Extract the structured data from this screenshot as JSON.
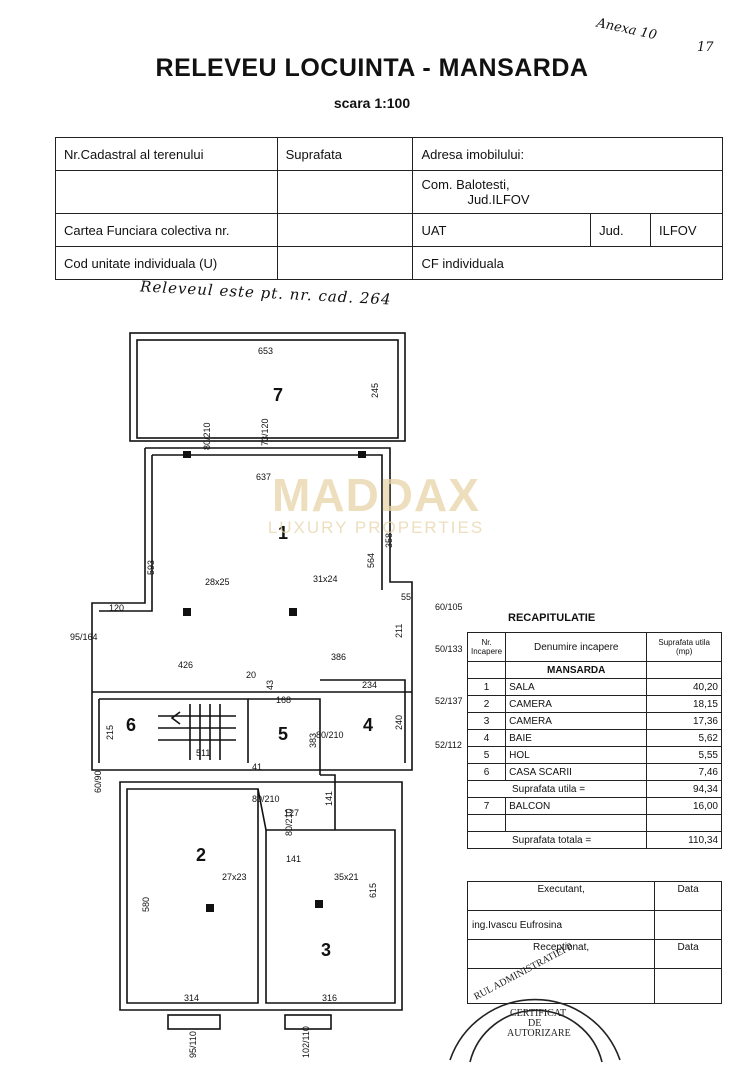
{
  "title": "RELEVEU LOCUINTA - MANSARDA",
  "scale": "scara 1:100",
  "handwriting": {
    "annex": "Anexa 10",
    "page": "17",
    "note": "Releveul este pt. nr. cad. 264"
  },
  "info_table": {
    "r1": {
      "c1": "Nr.Cadastral al terenului",
      "c2": "Suprafata",
      "c3": "Adresa imobilului:"
    },
    "r2": {
      "c3_line1": "Com. Balotesti,",
      "c3_line2": "Jud.ILFOV"
    },
    "r3": {
      "c1": "Cartea Funciara colectiva nr.",
      "c3": "UAT",
      "c4": "Jud.",
      "c5": "ILFOV"
    },
    "r4": {
      "c1": "Cod unitate individuala (U)",
      "c3": "CF individuala"
    }
  },
  "plan": {
    "rooms": [
      "7",
      "1",
      "6",
      "5",
      "4",
      "2",
      "3"
    ],
    "dims": [
      "653",
      "245",
      "637",
      "593",
      "564",
      "358",
      "120",
      "426",
      "386",
      "211",
      "20",
      "43",
      "168",
      "234",
      "240",
      "215",
      "511",
      "41",
      "383",
      "127",
      "141",
      "141",
      "580",
      "615",
      "314",
      "316"
    ],
    "tags": [
      "80/210",
      "73/120",
      "28x25",
      "31x24",
      "55",
      "60/105",
      "95/164",
      "50/133",
      "52/137",
      "52/112",
      "80/210",
      "80/210",
      "60/90",
      "80/210",
      "27x23",
      "35x21",
      "95/110",
      "102/110"
    ]
  },
  "watermark": {
    "main": "MADDAX",
    "sub": "LUXURY PROPERTIES"
  },
  "recap": {
    "title": "RECAPITULATIE",
    "headers": {
      "nr": "Nr. Incapere",
      "name": "Denumire incapere",
      "area": "Suprafata utila (mp)"
    },
    "section": "MANSARDA",
    "rows": [
      {
        "nr": "1",
        "name": "SALA",
        "area": "40,20"
      },
      {
        "nr": "2",
        "name": "CAMERA",
        "area": "18,15"
      },
      {
        "nr": "3",
        "name": "CAMERA",
        "area": "17,36"
      },
      {
        "nr": "4",
        "name": "BAIE",
        "area": "5,62"
      },
      {
        "nr": "5",
        "name": "HOL",
        "area": "5,55"
      },
      {
        "nr": "6",
        "name": "CASA SCARII",
        "area": "7,46"
      }
    ],
    "util_label": "Suprafata utila =",
    "util_value": "94,34",
    "balcon": {
      "nr": "7",
      "name": "BALCON",
      "area": "16,00"
    },
    "total_label": "Suprafata totala =",
    "total_value": "110,34"
  },
  "signatures": {
    "executant": "Executant,",
    "executant_name": "ing.Ivascu Eufrosina",
    "data": "Data",
    "receptionat": "Receptionat,"
  },
  "stamp": {
    "arc": "RUL ADMINISTRATIEI P",
    "line1": "CERTIFICAT",
    "line2": "DE",
    "line3": "AUTORIZARE"
  }
}
